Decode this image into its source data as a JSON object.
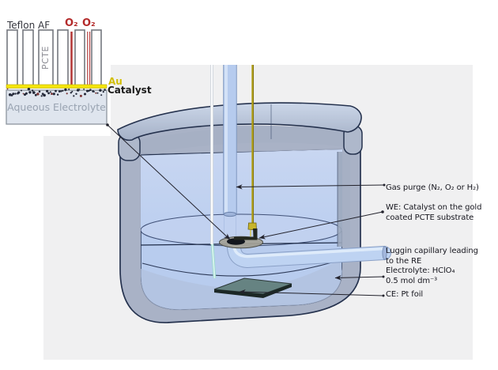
{
  "figure": {
    "inset": {
      "teflon_label": "Teflon AF",
      "o2_left": "O₂",
      "o2_right": "O₂",
      "pcte_label": "PCTE",
      "au_label": "Au",
      "catalyst_label": "Catalyst",
      "electrolyte_label": "Aqueous Electrolyte"
    },
    "callouts": {
      "gas_purge": "Gas purge (N₂, O₂ or H₂)",
      "we_line1": "WE: Catalyst on the gold",
      "we_line2": "coated PCTE substrate",
      "luggin_line1": "Luggin capillary leading",
      "luggin_line2": "to the RE",
      "electrolyte_line1": "Electrolyte: HClO₄",
      "electrolyte_line2": "0.5 mol dm⁻³",
      "ce": "CE: Pt foil"
    },
    "colors": {
      "background_panel": "#f0f0f1",
      "vessel_outline": "#25324e",
      "vessel_wall": "#a6b0c4",
      "liquid": "#b8ccee",
      "lid_top": "#c9d4e6",
      "lid_bottom": "#a7b3c9",
      "gas_tube": "#b6cbee",
      "gold_wire": "#b1a019",
      "ce_wire_white": "#fafbfc",
      "ce_wire_cyan": "#d6f2ec",
      "pt_foil": "#62807d",
      "o2_red": "#b32a2a",
      "au_layer": "#f5e50a",
      "au_text": "#d2be06"
    }
  }
}
